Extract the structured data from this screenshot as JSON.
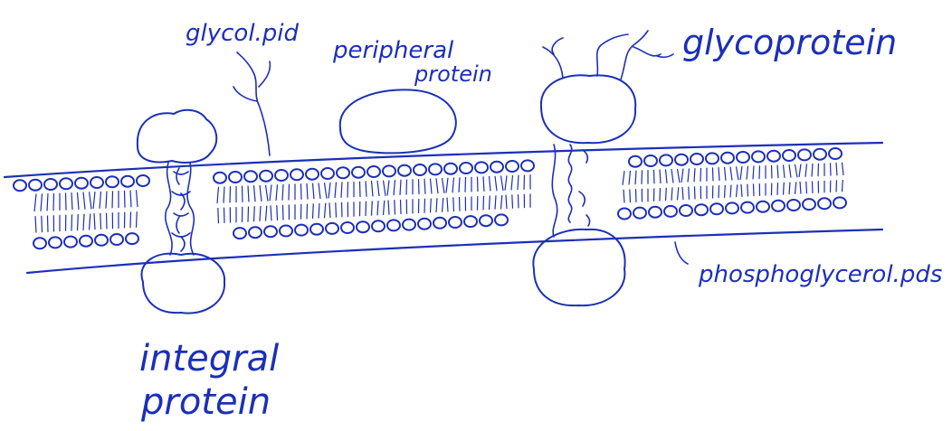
{
  "labels": {
    "glycolipid": "glycol.pid",
    "peripheral_1": "peripheral",
    "peripheral_2": "protein",
    "glycoprotein": "glycoprotein",
    "integral_1": "integral",
    "integral_2": "protein",
    "phospholipids": "phosphoglycerol.pds"
  },
  "colors": {
    "ink": "#1c2fb8",
    "background": "#ffffff"
  }
}
